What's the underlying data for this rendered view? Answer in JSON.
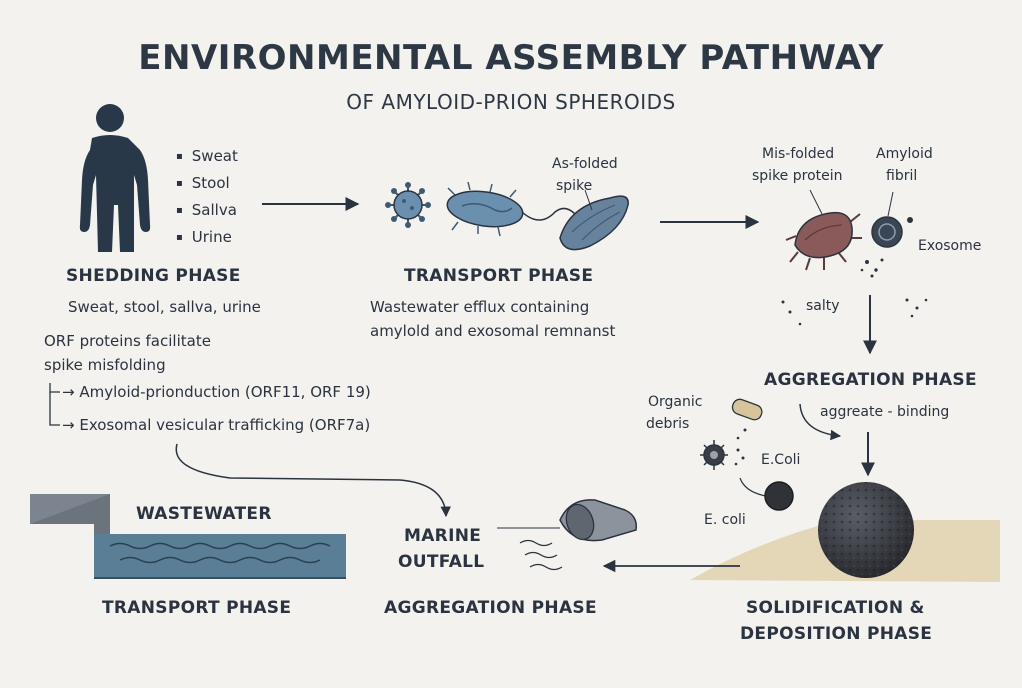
{
  "title": "ENVIRONMENTAL ASSEMBLY PATHWAY",
  "subtitle": "OF AMYLOID-PRION SPHEROIDS",
  "shedding": {
    "outputs": [
      "Sweat",
      "Stool",
      "Sallva",
      "Urine"
    ],
    "phase_label": "SHEDDING PHASE",
    "description": "Sweat, stool, sallva, urine"
  },
  "orf": {
    "line1": "ORF proteins facilitate",
    "line2": "spike misfolding",
    "item1": "Amyloid-prionduction (ORF11, ORF 19)",
    "item2": "Exosomal vesicular trafficking (ORF7a)"
  },
  "transport": {
    "spike_label_line1": "As-folded",
    "spike_label_line2": "spike",
    "phase_label": "TRANSPORT PHASE",
    "desc_line1": "Wastewater efflux containing",
    "desc_line2": "amylold and exosomal remnanst"
  },
  "aggregation_top": {
    "misfolded_line1": "Mis-folded",
    "misfolded_line2": "spike protein",
    "amyloid_line1": "Amyloid",
    "amyloid_line2": "fibril",
    "exosome": "Exosome",
    "salty": "salty",
    "phase_label": "AGGREGATION PHASE",
    "binding": "aggreate - binding"
  },
  "debris": {
    "organic_line1": "Organic",
    "organic_line2": "debris",
    "ecoli_1": "E.Coli",
    "ecoli_2": "E. coli"
  },
  "bottom": {
    "wastewater": "WASTEWATER",
    "transport_label": "TRANSPORT PHASE",
    "marine_line1": "MARINE",
    "marine_line2": "OUTFALL",
    "aggregation_label": "AGGREGATION PHASE",
    "solid_line1": "SOLIDIFICATION &",
    "solid_line2": "DEPOSITION PHASE"
  },
  "colors": {
    "background": "#f3f2ee",
    "ink": "#2b3340",
    "silhouette": "#283848",
    "water": "#5a7e96",
    "microbe": "#6b8fae",
    "protein": "#8a5a5a",
    "sand": "#e3d7b8",
    "spheroid": "#3a3d44"
  }
}
